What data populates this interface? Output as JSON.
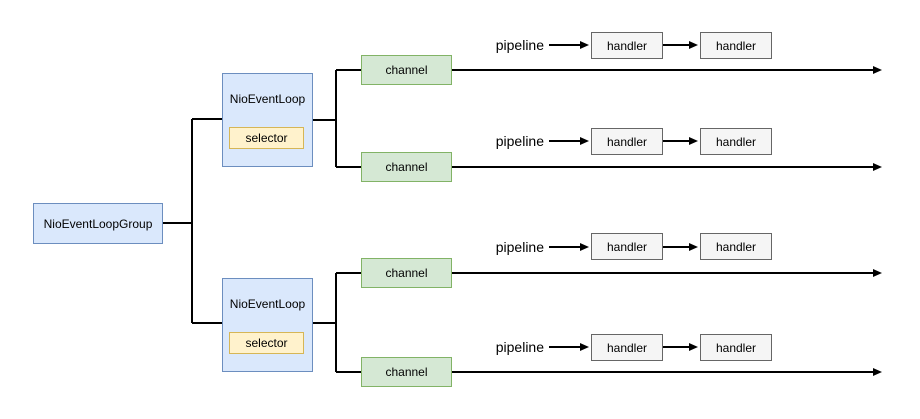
{
  "diagram": {
    "group": {
      "label": "NioEventLoopGroup"
    },
    "event_loops": [
      {
        "label": "NioEventLoop",
        "selector_label": "selector"
      },
      {
        "label": "NioEventLoop",
        "selector_label": "selector"
      }
    ],
    "channels": [
      {
        "label": "channel"
      },
      {
        "label": "channel"
      },
      {
        "label": "channel"
      },
      {
        "label": "channel"
      }
    ],
    "pipelines": [
      {
        "label": "pipeline",
        "handlers": [
          "handler",
          "handler"
        ]
      },
      {
        "label": "pipeline",
        "handlers": [
          "handler",
          "handler"
        ]
      },
      {
        "label": "pipeline",
        "handlers": [
          "handler",
          "handler"
        ]
      },
      {
        "label": "pipeline",
        "handlers": [
          "handler",
          "handler"
        ]
      }
    ],
    "colors": {
      "blue_fill": "#dae8fc",
      "blue_border": "#6c8ebf",
      "yellow_fill": "#fff2cc",
      "yellow_border": "#d6b656",
      "green_fill": "#d5e8d4",
      "green_border": "#82b366",
      "gray_fill": "#f5f5f5",
      "gray_border": "#666666",
      "line": "#000000"
    }
  }
}
